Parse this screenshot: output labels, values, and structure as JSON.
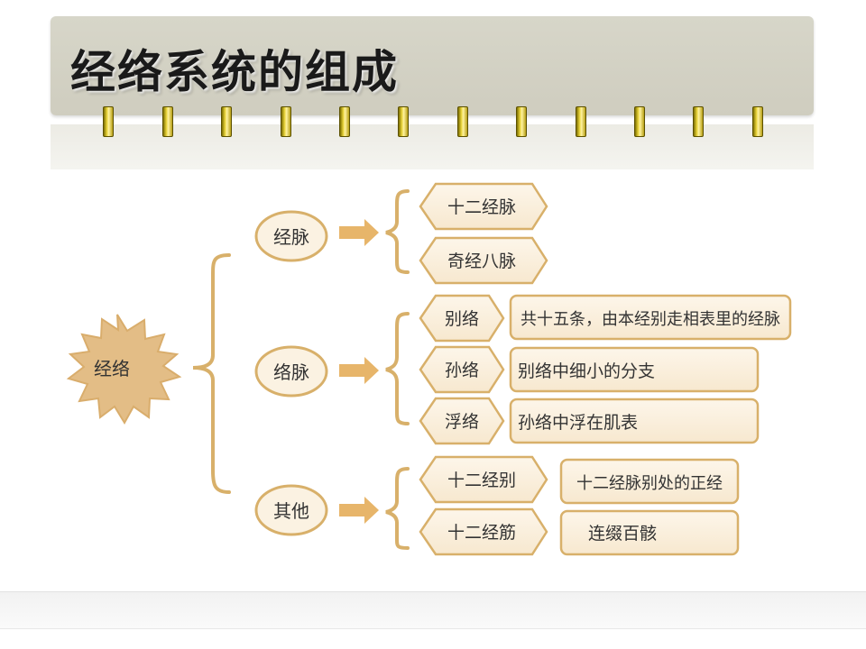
{
  "title": "经络系统的组成",
  "root": "经络",
  "branches": {
    "jingmai": "经脉",
    "luomai": "络脉",
    "qita": "其他"
  },
  "items": {
    "shier_jingmai": "十二经脉",
    "qijing_bamai": "奇经八脉",
    "bieluo": "别络",
    "sunluo": "孙络",
    "fuluo": "浮络",
    "shier_jingbie": "十二经别",
    "shier_jingjin": "十二经筋"
  },
  "descriptions": {
    "bieluo_desc": "共十五条，由本经别走相表里的经脉",
    "sunluo_desc": "别络中细小的分支",
    "fuluo_desc": "孙络中浮在肌表",
    "jingbie_desc": "十二经脉别处的正经",
    "jingjin_desc": "连缀百骸"
  },
  "colors": {
    "accent": "#d8b06a",
    "fill": "#fbf2e2",
    "burst": "#e3bd86",
    "arrow": "#e7b56a"
  }
}
